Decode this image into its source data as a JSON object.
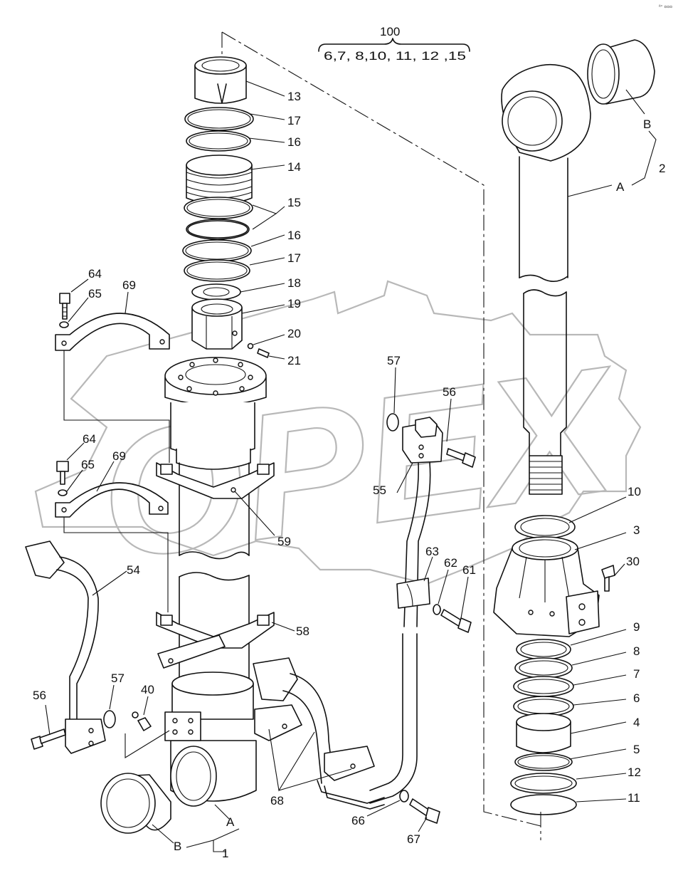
{
  "watermark": {
    "text": "OPEX"
  },
  "corner_mark": "ª° ¤¤¤",
  "group": {
    "label": "100",
    "members": "6,7, 8,10, 11, 12 ,15"
  },
  "callouts": {
    "c13": "13",
    "c17a": "17",
    "c16a": "16",
    "c14": "14",
    "c15": "15",
    "c16b": "16",
    "c17b": "17",
    "c18": "18",
    "c19": "19",
    "c20": "20",
    "c21": "21",
    "c64a": "64",
    "c65a": "65",
    "c69a": "69",
    "c64b": "64",
    "c65b": "65",
    "c69b": "69",
    "c59": "59",
    "c54": "54",
    "c58": "58",
    "c57a": "57",
    "c56a": "56",
    "c55": "55",
    "c63": "63",
    "c62": "62",
    "c61": "61",
    "c57b": "57",
    "c56b": "56",
    "c40": "40",
    "c68": "68",
    "c66": "66",
    "c67": "67",
    "cA1": "A",
    "cB1": "B",
    "c1": "1",
    "cB2": "B",
    "c2": "2",
    "cA2": "A",
    "c10": "10",
    "c3": "3",
    "c30": "30",
    "c9": "9",
    "c8": "8",
    "c7": "7",
    "c6": "6",
    "c4": "4",
    "c5": "5",
    "c12": "12",
    "c11": "11"
  }
}
